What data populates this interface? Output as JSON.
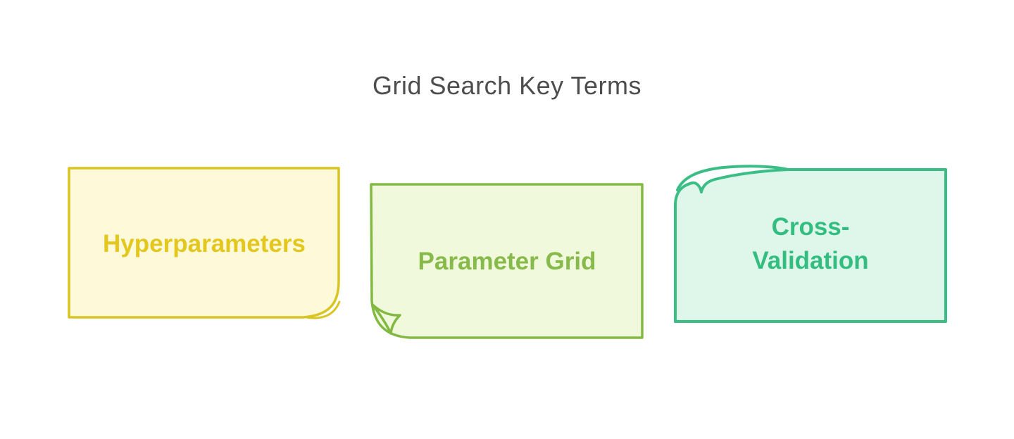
{
  "title": "Grid Search Key Terms",
  "colors": {
    "background": "#ffffff",
    "title_text": "#4d4d4d"
  },
  "cards": [
    {
      "label": "Hyperparameters",
      "shape": "sticky-note-curl-bottom-right",
      "border_color": "#d9c522",
      "fill_color": "#fdf9d9",
      "text_color": "#e3c71e"
    },
    {
      "label": "Parameter Grid",
      "shape": "sticky-note-dogear-bottom-left",
      "border_color": "#82b943",
      "fill_color": "#f0f9db",
      "text_color": "#87ba4b"
    },
    {
      "label": "Cross-Validation",
      "lines": [
        "Cross-",
        "Validation"
      ],
      "shape": "sticky-note-curl-top-left",
      "border_color": "#3bbe86",
      "fill_color": "#def7ea",
      "text_color": "#33bd81"
    }
  ]
}
